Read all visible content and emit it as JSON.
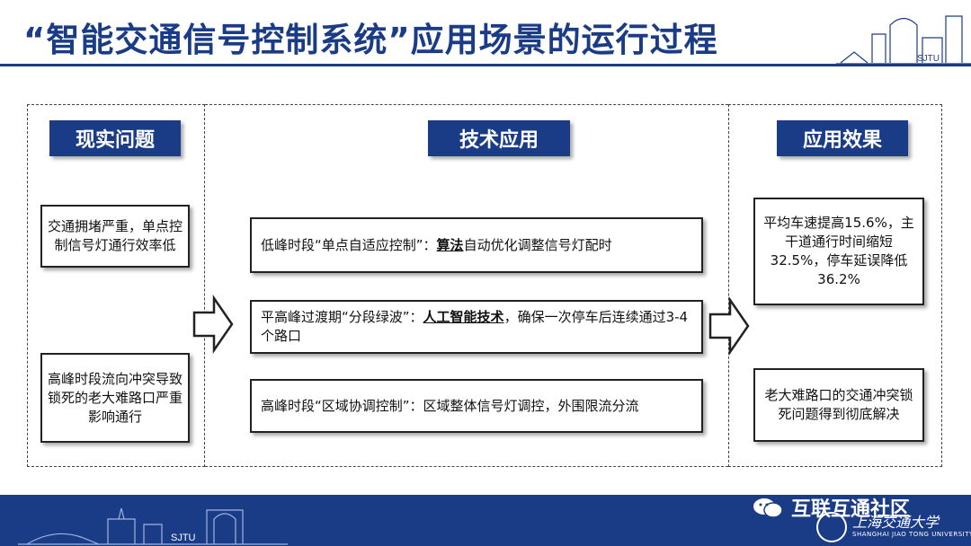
{
  "header": {
    "title": "“智能交通信号控制系统”应用场景的运行过程",
    "logo_text": "SJTU"
  },
  "columns": {
    "problems": {
      "heading": "现实问题",
      "items": [
        "交通拥堵严重，单点控制信号灯通行效率低",
        "高峰时段流向冲突导致锁死的老大难路口严重影响通行"
      ]
    },
    "tech": {
      "heading": "技术应用",
      "items": [
        {
          "pre": "低峰时段“单点自适应控制”：",
          "em": "算法",
          "post": "自动优化调整信号灯配时"
        },
        {
          "pre": "平高峰过渡期“分段绿波”：",
          "em": "人工智能技术",
          "post": "，确保一次停车后连续通过3-4个路口"
        },
        {
          "pre": "高峰时段“区域协调控制”：区域整体信号灯调控，外围限流分流",
          "em": "",
          "post": ""
        }
      ]
    },
    "effects": {
      "heading": "应用效果",
      "items": [
        "平均车速提高15.6%，主干道通行时间缩短32.5%，停车延误降低36.2%",
        "老大难路口的交通冲突锁死问题得到彻底解决"
      ]
    }
  },
  "footer": {
    "logo_text": "SJTU",
    "watermark": "互联互通社区",
    "school_cn": "上海交通大学",
    "school_en": "SHANGHAI JIAO TONG UNIVERSITY"
  },
  "colors": {
    "brand": "#1a3c87",
    "border": "#222222"
  }
}
